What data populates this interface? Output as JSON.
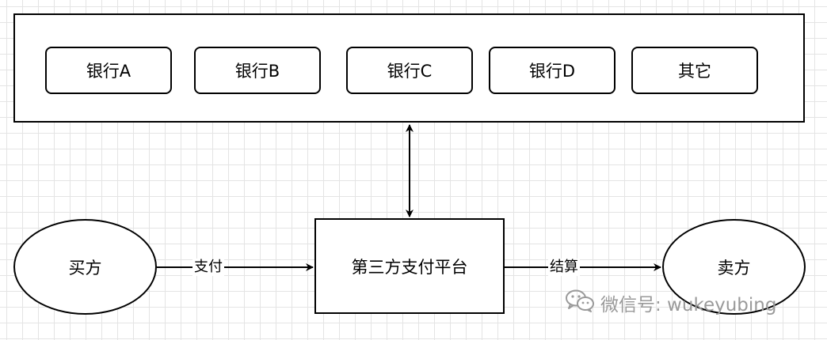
{
  "banks": {
    "items": [
      {
        "label": "银行A"
      },
      {
        "label": "银行B"
      },
      {
        "label": "银行C"
      },
      {
        "label": "银行D"
      },
      {
        "label": "其它"
      }
    ]
  },
  "nodes": {
    "buyer": "买方",
    "platform": "第三方支付平台",
    "seller": "卖方"
  },
  "edges": {
    "pay": "支付",
    "settle": "结算"
  },
  "watermark": {
    "text": "微信号: wukeyubing",
    "icon": "wechat-icon"
  }
}
